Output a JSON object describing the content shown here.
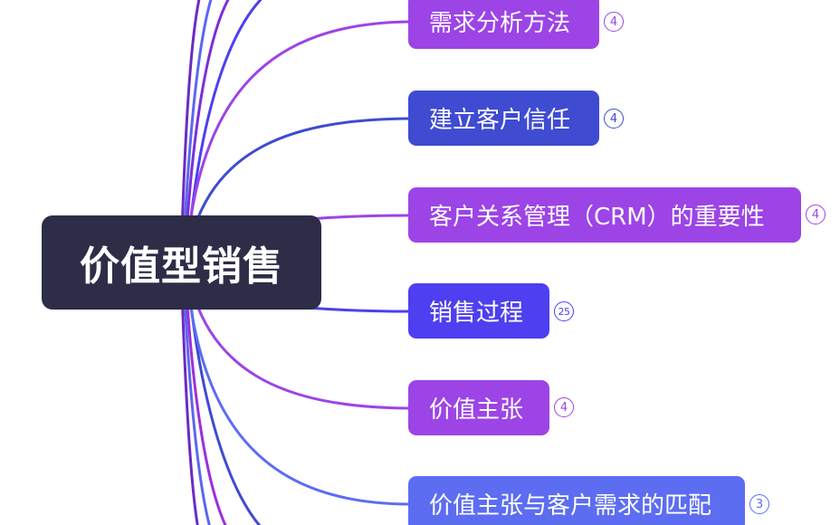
{
  "root": {
    "label": "价值型销售",
    "color": "#2e2d47"
  },
  "topics": [
    {
      "label": "需求分析方法",
      "count": "4",
      "color": "#9c44e6"
    },
    {
      "label": "建立客户信任",
      "count": "4",
      "color": "#3f4bd1"
    },
    {
      "label": "客户关系管理（CRM）的重要性",
      "count": "4",
      "color": "#9c44e6"
    },
    {
      "label": "销售过程",
      "count": "25",
      "color": "#4e3ff0"
    },
    {
      "label": "价值主张",
      "count": "4",
      "color": "#9c44e6"
    },
    {
      "label": "价值主张与客户需求的匹配",
      "count": "3",
      "color": "#5c6df2"
    }
  ]
}
